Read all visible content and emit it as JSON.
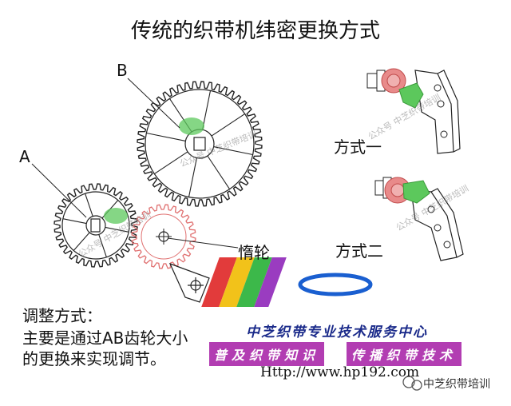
{
  "title": "传统的织带机纬密更换方式",
  "labels": {
    "gear_a": "A",
    "gear_b": "B",
    "idler": "惰轮",
    "method_one": "方式一",
    "method_two": "方式二"
  },
  "adjust": {
    "heading": "调整方式：",
    "line1": "主要是通过AB齿轮大小",
    "line2": "的更换来实现调节。"
  },
  "center": {
    "name": "中芝织带专业技术服务中心",
    "tag_left": "普及织带知识",
    "tag_right": "传播织带技术",
    "url": "Http://www.hp192.com"
  },
  "brand": "中芝织带培训",
  "watermark": "公众号 中芝织带培训",
  "colors": {
    "pink_gear": "#e07070",
    "green_part": "#5cc85c",
    "accent_purple": "#b23db2"
  }
}
